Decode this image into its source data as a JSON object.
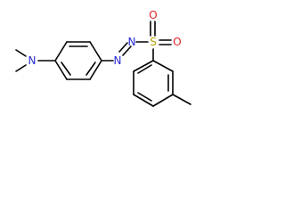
{
  "molecule": {
    "atoms": {
      "nitrogen_amine": "N",
      "nitrogen_azo_left": "N",
      "nitrogen_azo_right": "N",
      "sulfur": "S",
      "oxygen_top": "O",
      "oxygen_right": "O"
    }
  },
  "colors": {
    "bond": "#000000",
    "nitrogen": "#2a2ad6",
    "sulfur": "#b8a200",
    "oxygen": "#e02020"
  }
}
